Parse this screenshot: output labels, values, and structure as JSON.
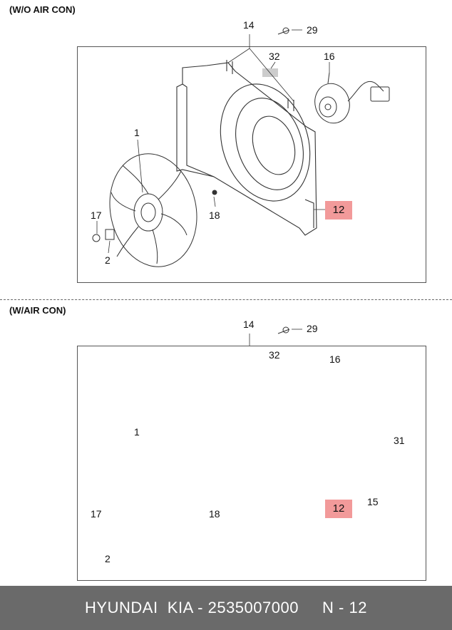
{
  "sections": [
    {
      "title": "(W/O AIR CON)",
      "labels": {
        "p14": "14",
        "p29": "29",
        "p32": "32",
        "p16": "16",
        "p1": "1",
        "p17": "17",
        "p18": "18",
        "p2": "2",
        "p12": "12"
      }
    },
    {
      "title": "(W/AIR CON)",
      "labels": {
        "p14": "14",
        "p29": "29",
        "p32": "32",
        "p16": "16",
        "p1": "1",
        "p17": "17",
        "p18": "18",
        "p2": "2",
        "p12": "12",
        "p31": "31",
        "p15": "15"
      }
    }
  ],
  "footer": {
    "brand": "HYUNDAI  KIA",
    "sep1": " - ",
    "part_number": "2535007000",
    "sep2": "     ",
    "page": "N - 12"
  },
  "colors": {
    "highlight": "#f29a9a",
    "footer_bg": "#6a6a6a",
    "line": "#333333"
  }
}
